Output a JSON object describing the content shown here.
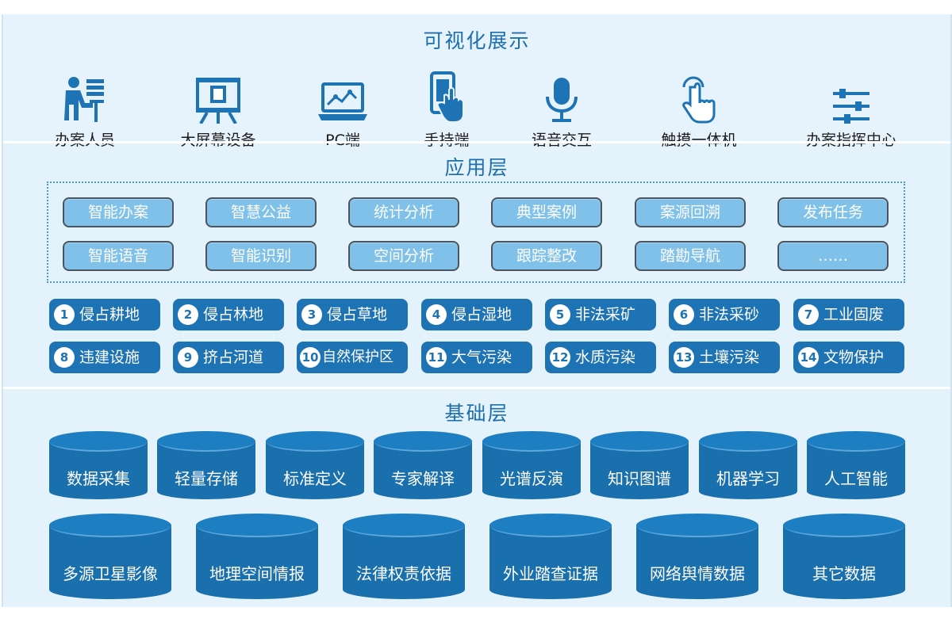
{
  "visual": {
    "title": "可视化展示",
    "devices": [
      {
        "label": "办案人员",
        "icon": "case-officer-icon"
      },
      {
        "label": "大屏幕设备",
        "icon": "large-screen-icon"
      },
      {
        "label": "PC端",
        "icon": "pc-laptop-icon"
      },
      {
        "label": "手持端",
        "icon": "handheld-phone-icon"
      },
      {
        "label": "语音交互",
        "icon": "microphone-icon"
      },
      {
        "label": "触摸一体机",
        "icon": "touch-hand-icon"
      },
      {
        "label": "办案指挥中心",
        "icon": "control-sliders-icon"
      }
    ]
  },
  "application": {
    "title": "应用层",
    "apps": [
      "智能办案",
      "智慧公益",
      "统计分析",
      "典型案例",
      "案源回溯",
      "发布任务",
      "智能语音",
      "智能识别",
      "空间分析",
      "跟踪整改",
      "踏勘导航",
      "……"
    ],
    "tags": [
      {
        "num": "1",
        "label": "侵占耕地"
      },
      {
        "num": "2",
        "label": "侵占林地"
      },
      {
        "num": "3",
        "label": "侵占草地"
      },
      {
        "num": "4",
        "label": "侵占湿地"
      },
      {
        "num": "5",
        "label": "非法采矿"
      },
      {
        "num": "6",
        "label": "非法采砂"
      },
      {
        "num": "7",
        "label": "工业固废"
      },
      {
        "num": "8",
        "label": "违建设施"
      },
      {
        "num": "9",
        "label": "挤占河道"
      },
      {
        "num": "10",
        "label": "自然保护区"
      },
      {
        "num": "11",
        "label": "大气污染"
      },
      {
        "num": "12",
        "label": "水质污染"
      },
      {
        "num": "13",
        "label": "土壤污染"
      },
      {
        "num": "14",
        "label": "文物保护"
      }
    ]
  },
  "foundation": {
    "title": "基础层",
    "row1": [
      "数据采集",
      "轻量存储",
      "标准定义",
      "专家解译",
      "光谱反演",
      "知识图谱",
      "机器学习",
      "人工智能"
    ],
    "row2": [
      "多源卫星影像",
      "地理空间情报",
      "法律权责依据",
      "外业踏查证据",
      "网络舆情数据",
      "其它数据"
    ]
  },
  "colors": {
    "title": "#1d6fae",
    "app_fill": "#7fc1e8",
    "tag_fill": "#1e73b4",
    "cylinder": "#1a6fad",
    "background": "#e4f2fb"
  }
}
